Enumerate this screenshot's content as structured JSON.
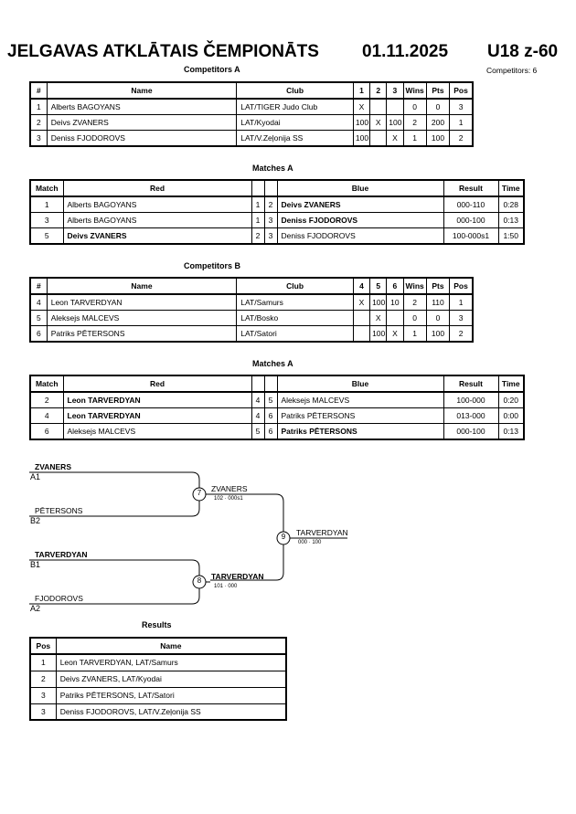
{
  "header": {
    "title": "JELGAVAS ATKLĀTAIS ČEMPIONĀTS",
    "date": "01.11.2025",
    "category": "U18 z-60",
    "competitors_count": "Competitors: 6"
  },
  "competitors_a": {
    "title": "Competitors A",
    "headers": [
      "#",
      "Name",
      "Club",
      "1",
      "2",
      "3",
      "Wins",
      "Pts",
      "Pos"
    ],
    "rows": [
      [
        "1",
        "Alberts BAGOYANS",
        "LAT/TIGER Judo Club",
        "X",
        "",
        "",
        "0",
        "0",
        "3"
      ],
      [
        "2",
        "Deivs ZVANERS",
        "LAT/Kyodai",
        "100",
        "X",
        "100",
        "2",
        "200",
        "1"
      ],
      [
        "3",
        "Deniss FJODOROVS",
        "LAT/V.Zeļonija SS",
        "100",
        "",
        "X",
        "1",
        "100",
        "2"
      ]
    ]
  },
  "matches_a": {
    "title": "Matches A",
    "headers": [
      "Match",
      "Red",
      "",
      "",
      "Blue",
      "Result",
      "Time"
    ],
    "rows": [
      {
        "match": "1",
        "red": "Alberts BAGOYANS",
        "rn": "1",
        "bn": "2",
        "blue": "Deivs ZVANERS",
        "result": "000-110",
        "time": "0:28",
        "winner": "blue"
      },
      {
        "match": "3",
        "red": "Alberts BAGOYANS",
        "rn": "1",
        "bn": "3",
        "blue": "Deniss FJODOROVS",
        "result": "000-100",
        "time": "0:13",
        "winner": "blue"
      },
      {
        "match": "5",
        "red": "Deivs ZVANERS",
        "rn": "2",
        "bn": "3",
        "blue": "Deniss FJODOROVS",
        "result": "100-000s1",
        "time": "1:50",
        "winner": "red"
      }
    ]
  },
  "competitors_b": {
    "title": "Competitors B",
    "headers": [
      "#",
      "Name",
      "Club",
      "4",
      "5",
      "6",
      "Wins",
      "Pts",
      "Pos"
    ],
    "rows": [
      [
        "4",
        "Leon TARVERDYAN",
        "LAT/Samurs",
        "X",
        "100",
        "10",
        "2",
        "110",
        "1"
      ],
      [
        "5",
        "Aleksejs MALCEVS",
        "LAT/Bosko",
        "",
        "X",
        "",
        "0",
        "0",
        "3"
      ],
      [
        "6",
        "Patriks PĒTERSONS",
        "LAT/Satori",
        "",
        "100",
        "X",
        "1",
        "100",
        "2"
      ]
    ]
  },
  "matches_b": {
    "title": "Matches A",
    "headers": [
      "Match",
      "Red",
      "",
      "",
      "Blue",
      "Result",
      "Time"
    ],
    "rows": [
      {
        "match": "2",
        "red": "Leon TARVERDYAN",
        "rn": "4",
        "bn": "5",
        "blue": "Aleksejs MALCEVS",
        "result": "100-000",
        "time": "0:20",
        "winner": "red"
      },
      {
        "match": "4",
        "red": "Leon TARVERDYAN",
        "rn": "4",
        "bn": "6",
        "blue": "Patriks PĒTERSONS",
        "result": "013-000",
        "time": "0:00",
        "winner": "red"
      },
      {
        "match": "6",
        "red": "Aleksejs MALCEVS",
        "rn": "5",
        "bn": "6",
        "blue": "Patriks PĒTERSONS",
        "result": "000-100",
        "time": "0:13",
        "winner": "blue"
      }
    ]
  },
  "bracket": {
    "slot_a1_name": "ZVANERS",
    "slot_a1_label": "A1",
    "slot_b2_name": "PĒTERSONS",
    "slot_b2_label": "B2",
    "slot_b1_name": "TARVERDYAN",
    "slot_b1_label": "B1",
    "slot_a2_name": "FJODOROVS",
    "slot_a2_label": "A2",
    "match7_no": "7",
    "match7_winner": "ZVANERS",
    "match7_score": "102 · 000s1",
    "match8_no": "8",
    "match8_winner": "TARVERDYAN",
    "match8_score": "101 · 000",
    "match9_no": "9",
    "match9_winner": "TARVERDYAN",
    "match9_score": "000 · 100"
  },
  "results": {
    "title": "Results",
    "headers": [
      "Pos",
      "Name"
    ],
    "rows": [
      [
        "1",
        "Leon TARVERDYAN, LAT/Samurs"
      ],
      [
        "2",
        "Deivs ZVANERS, LAT/Kyodai"
      ],
      [
        "3",
        "Patriks PĒTERSONS, LAT/Satori"
      ],
      [
        "3",
        "Deniss FJODOROVS, LAT/V.Zeļonija SS"
      ]
    ]
  }
}
